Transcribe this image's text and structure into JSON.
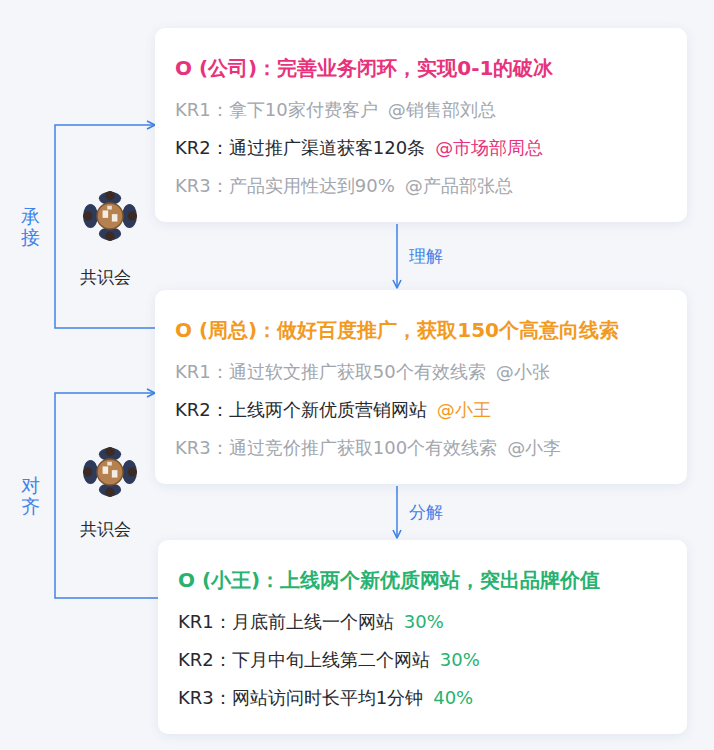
{
  "diagram": {
    "nodes": [
      {
        "text": [
          "O (公司)：完善业务闭环，实现0-1的破冰",
          "KR1：拿下10家付费客户",
          "@销售部刘总",
          "KR2：通过推广渠道获客120条",
          "@市场部周总",
          "KR3：产品实用性达到90%",
          "@产品部张总"
        ]
      },
      {
        "text": [
          "O (周总)：做好百度推广，获取150个高意向线索",
          "KR1：通过软文推广获取50个有效线索",
          "@小张",
          "KR2：上线两个新优质营销网站",
          "@小王",
          "KR3：通过竞价推广获取100个有效线索",
          "@小李"
        ]
      },
      {
        "text": [
          "O (小王)：上线两个新优质网站，突出品牌价值",
          "KR1：月底前上线一个网站",
          "30%",
          "KR2：下月中旬上线第二个网站",
          "30%",
          "KR3：网站访问时长平均1分钟",
          "40%"
        ]
      }
    ],
    "edges": [
      {
        "from": 0,
        "to": 1,
        "arrow": "to",
        "label": "理解"
      },
      {
        "from": 1,
        "to": 2,
        "arrow": "to",
        "label": "分解"
      },
      {
        "from": 1,
        "to": 0,
        "arrow": "to",
        "label": "承接"
      },
      {
        "from": 2,
        "to": 1,
        "arrow": "to",
        "label": "对齐"
      }
    ],
    "labels": [
      "共识会",
      "共识会"
    ]
  }
}
